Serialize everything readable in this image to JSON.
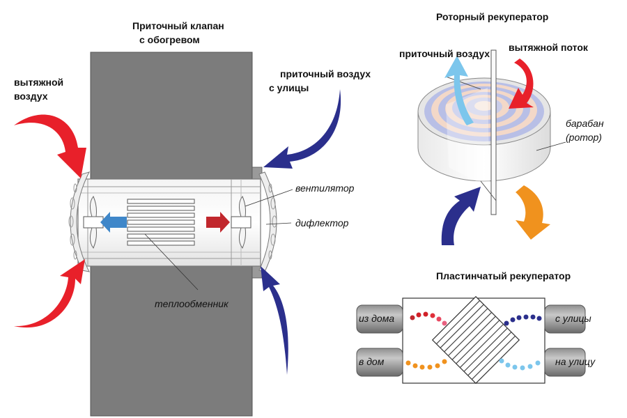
{
  "left": {
    "title_line1": "Приточный клапан",
    "title_line2": "с обогревом",
    "exhaust_air_line1": "вытяжной",
    "exhaust_air_line2": "воздух",
    "supply_air_line1": "приточный воздух",
    "supply_air_line2": "с улицы",
    "fan": "вентилятор",
    "diffuser": "дифлектор",
    "heat_exchanger": "теплообменник"
  },
  "rotary": {
    "title": "Роторный рекуператор",
    "supply": "приточный воздух",
    "exhaust": "вытяжной поток",
    "drum_line1": "барабан",
    "drum_line2": "(ротор)"
  },
  "plate": {
    "title": "Пластинчатый рекуператор",
    "from_house": "из дома",
    "from_street": "с улицы",
    "into_house": "в дом",
    "to_street": "на улицу"
  },
  "colors": {
    "wall": "#7c7c7c",
    "warm": "#e8202a",
    "cold": "#2b2f8c",
    "light_blue": "#7cc6ec",
    "orange": "#f0921e",
    "blue_arrow": "#3f87c9",
    "red_arrow": "#c1272d"
  }
}
